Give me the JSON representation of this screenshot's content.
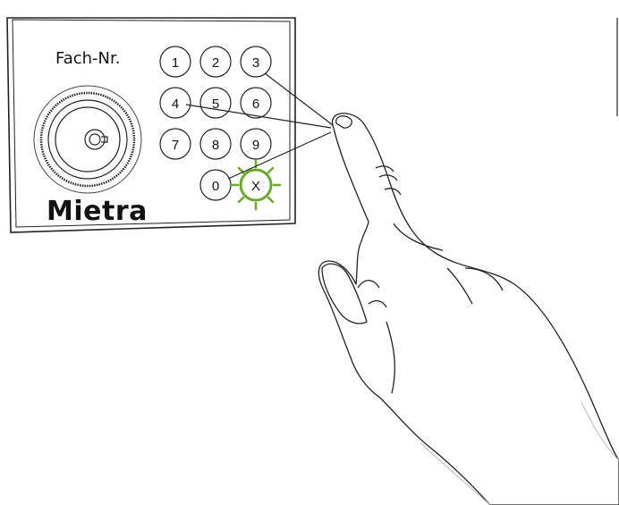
{
  "panel": {
    "label": "Fach-Nr.",
    "brand": "Mietra"
  },
  "keypad": {
    "keys": [
      "1",
      "2",
      "3",
      "4",
      "5",
      "6",
      "7",
      "8",
      "9",
      "0",
      "X"
    ],
    "highlighted_key": "X",
    "highlight_color": "#6aaa2a"
  }
}
